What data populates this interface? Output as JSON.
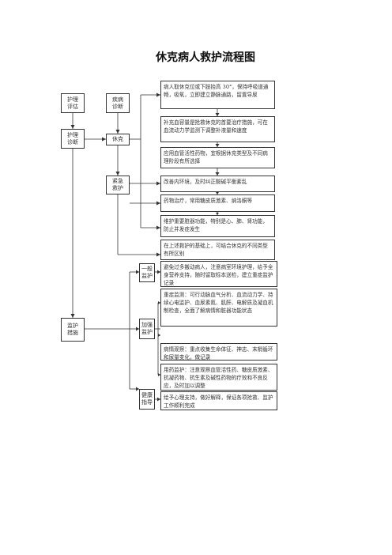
{
  "title": "休克病人救护流程图",
  "labels": {
    "nursing_assessment": "护理评估",
    "nursing_diagnosis": "护理诊断",
    "nursing_measures": "监护措施",
    "illness_diagnosis": "疾病诊断",
    "shock": "休克",
    "emergency_rescue": "紧急救护",
    "general_care": "一般监护",
    "intensive_care": "加强监护",
    "health_guidance": "健康指导"
  },
  "steps": [
    "病人取休克位或下肢抬高 30°，保持呼吸道通畅，吸氧，立即建立静脉通路，留置导尿",
    "补充血容量是抢救休克的首要治疗措施，可在血流动力学监测下调整补液量和速度",
    "应用血管活性药物，宜根据休克类型及不同病理阶段有所选择",
    "改善内环境，及时纠正酸碱平衡紊乱",
    "药物治疗，常用糖皮质激素、纳洛酮等",
    "维护重要脏器功能，特别是心、肺、肾功能，防止并发症发生",
    "在上述救护的基础上，可结合休克的不同类型有所区别"
  ],
  "care": {
    "general": "避免过多搬动病人，注意病室环境护理，给予全身营养支持，随时留取标本送检，建立重症监护记录",
    "intensive": [
      "重症监测：可行动脉血气分析、血流动力学、持续心电监护、血尿素氮、肌酐、电解质及凝血机制检查，全面了解病情和脏器功能状态",
      "病情观察：重点收集生命体征、神志、末梢循环和尿量变化，做记录",
      "用药监护：注意观察血管活性药、糖皮质激素、抗凝药物、抗生素及碱性药物的疗效和不良反应，及时加以调整"
    ],
    "guidance": "给予心理支持，做好解释，保证各项抢救、监护工作顺利完成"
  }
}
